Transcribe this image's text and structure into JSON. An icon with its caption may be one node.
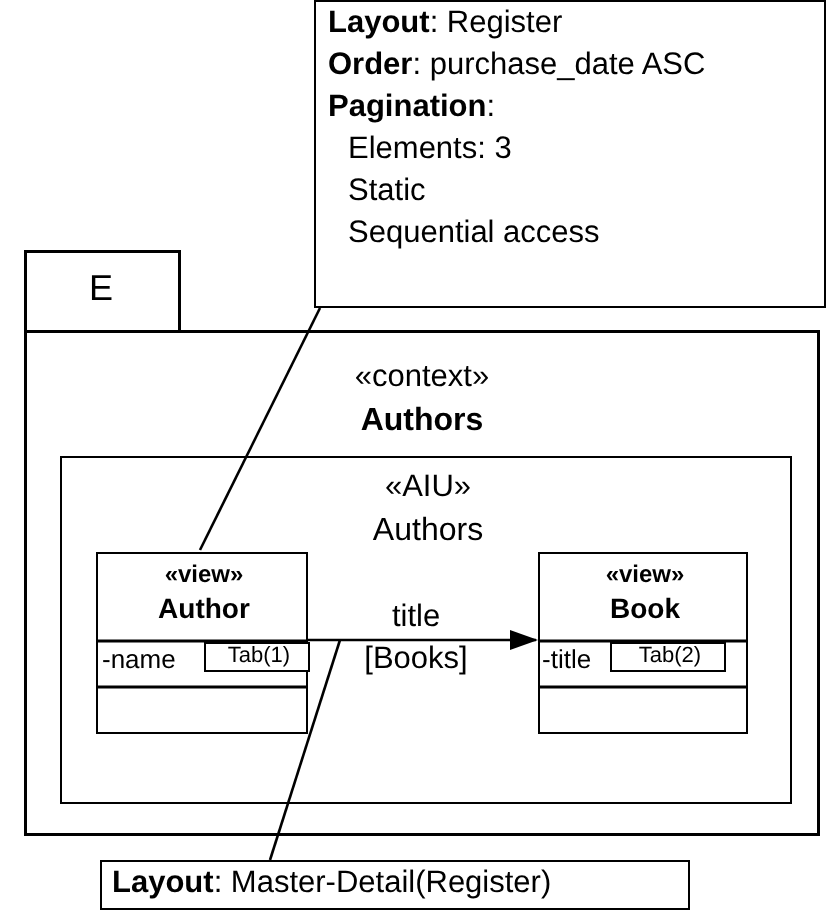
{
  "diagram": {
    "nodes": [
      {
        "text": [
          "**Layout**: Register",
          "**Order**: purchase_date ASC",
          "**Pagination**:",
          "Elements: 3",
          "Static",
          "Sequential access"
        ]
      },
      {
        "text": [
          "E",
          "«context»",
          "Authors"
        ]
      },
      {
        "text": [
          "«AIU»",
          "Authors"
        ],
        "in": 1
      },
      {
        "text": [
          "«view»",
          "Author",
          "-name"
        ],
        "in": 2
      },
      {
        "text": [
          "Tab(1)"
        ],
        "in": 3
      },
      {
        "text": [
          "«view»",
          "Book",
          "-title"
        ],
        "in": 2
      },
      {
        "text": [
          "Tab(2)"
        ],
        "in": 5
      },
      {
        "text": [
          "**Layout**: Master-Detail(Register)"
        ]
      }
    ],
    "edges": [
      {
        "from": 3,
        "to": 5,
        "arrow": "to",
        "label": "title [Books]"
      },
      {
        "from": 0,
        "to": 3,
        "arrow": "none"
      },
      {
        "from": 7,
        "to": null,
        "arrow": "none"
      }
    ]
  }
}
